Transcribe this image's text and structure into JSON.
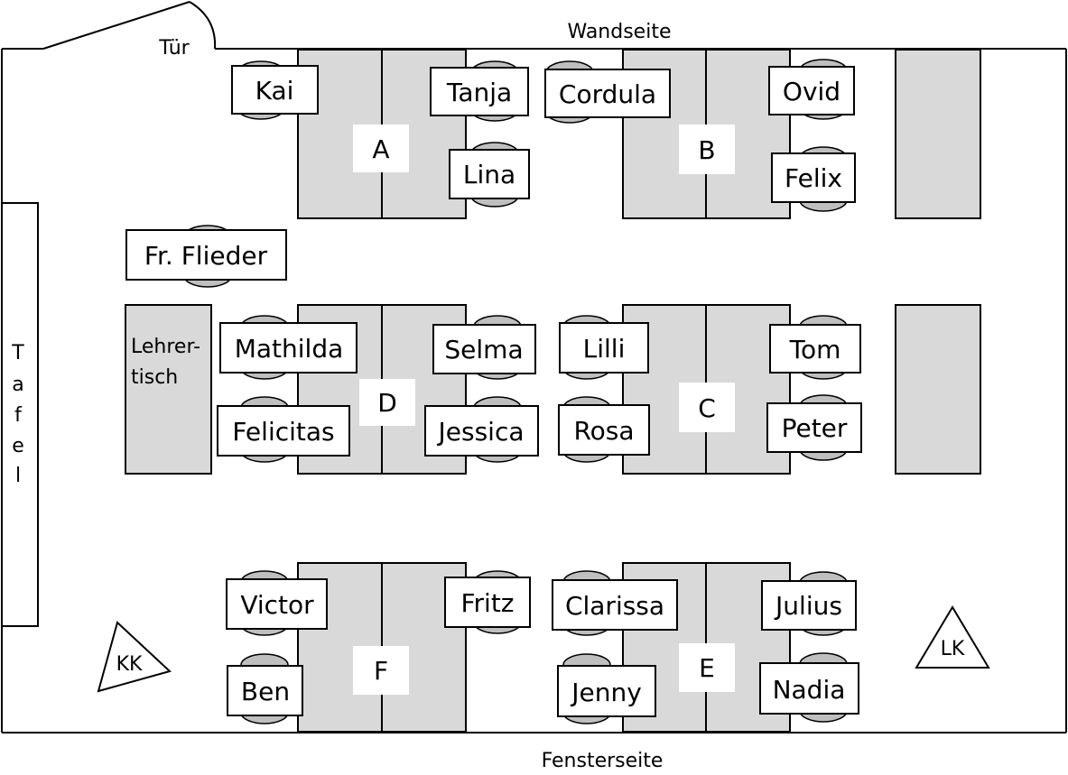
{
  "labels": {
    "wall": "Wandseite",
    "window": "Fensterseite",
    "door": "Tür",
    "board": [
      "T",
      "a",
      "f",
      "e",
      "l"
    ],
    "teacher_desk": [
      "Lehrer-",
      "tisch"
    ],
    "teacher": "Fr. Flieder"
  },
  "groups": [
    "A",
    "B",
    "C",
    "D",
    "E",
    "F"
  ],
  "students": {
    "kai": "Kai",
    "tanja": "Tanja",
    "lina": "Lina",
    "cordula": "Cordula",
    "ovid": "Ovid",
    "felix": "Felix",
    "mathilda": "Mathilda",
    "felicitas": "Felicitas",
    "selma": "Selma",
    "jessica": "Jessica",
    "lilli": "Lilli",
    "rosa": "Rosa",
    "tom": "Tom",
    "peter": "Peter",
    "victor": "Victor",
    "ben": "Ben",
    "fritz": "Fritz",
    "clarissa": "Clarissa",
    "jenny": "Jenny",
    "julius": "Julius",
    "nadia": "Nadia"
  },
  "corners": {
    "left": "KK",
    "right": "LK"
  },
  "colors": {
    "table": "#d9d9d9",
    "chair": "#bfbfbf",
    "line": "#000000"
  }
}
